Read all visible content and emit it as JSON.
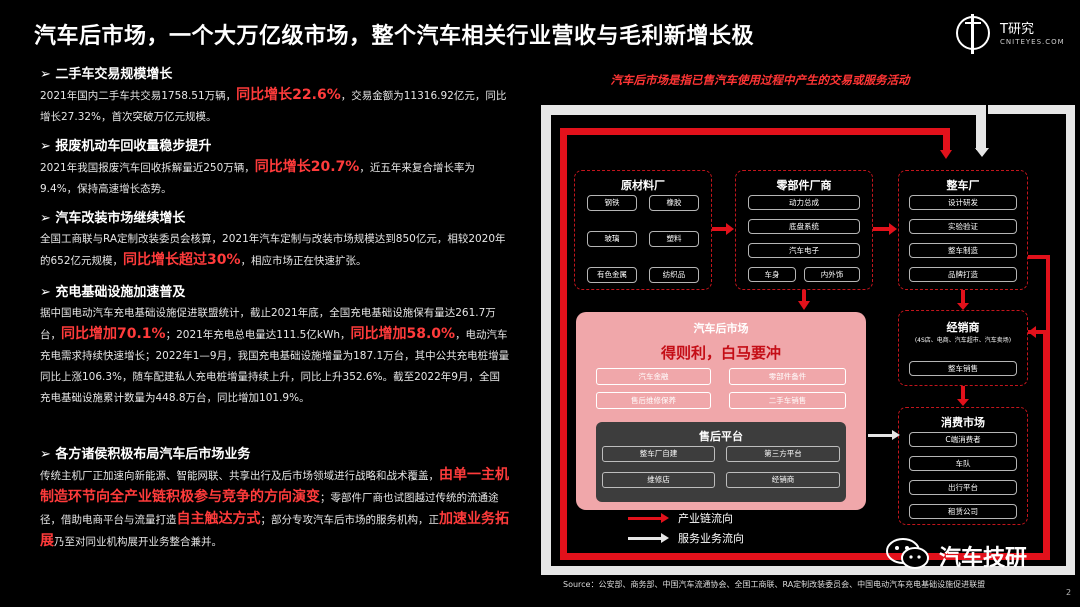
{
  "title": "汽车后市场，一个大万亿级市场，整个汽车相关行业营收与毛利新增长极",
  "logo": {
    "name": "T研究",
    "sub": "CNITEYES.COM"
  },
  "sections": [
    {
      "heading": "➢ 二手车交易规模增长",
      "paras": [
        [
          {
            "t": "2021年国内二手车共交易1758.51万辆，"
          },
          {
            "t": "同比增长22.6%",
            "hl": true
          },
          {
            "t": "，交易金额为11316.92亿元，同比增长27.32%，首次突破万亿元规模。"
          }
        ]
      ]
    },
    {
      "heading": "➢ 报废机动车回收量稳步提升",
      "paras": [
        [
          {
            "t": "2021年我国报废汽车回收拆解量近250万辆，"
          },
          {
            "t": "同比增长20.7%",
            "hl": true
          },
          {
            "t": "，近五年来复合增长率为9.4%，保持高速增长态势。"
          }
        ]
      ]
    },
    {
      "heading": "➢ 汽车改装市场继续增长",
      "paras": [
        [
          {
            "t": "全国工商联与RA定制改装委员会核算，2021年汽车定制与改装市场规模达到850亿元，相较2020年的652亿元规模，"
          },
          {
            "t": "同比增长超过30%",
            "hl": true
          },
          {
            "t": "，相应市场正在快速扩张。"
          }
        ]
      ]
    },
    {
      "heading": "➢ 充电基础设施加速普及",
      "paras": [
        [
          {
            "t": "据中国电动汽车充电基础设施促进联盟统计，截止2021年底，全国充电基础设施保有量达261.7万台，"
          },
          {
            "t": "同比增加70.1%",
            "hl": true
          },
          {
            "t": "；2021年充电总电量达111.5亿kWh，"
          },
          {
            "t": "同比增加58.0%",
            "hl": true
          },
          {
            "t": "，电动汽车充电需求持续快速增长；2022年1—9月，我国充电基础设施增量为187.1万台，其中公共充电桩增量同比上涨106.3%，随车配建私人充电桩增量持续上升，同比上升352.6%。截至2022年9月，全国充电基础设施累计数量为448.8万台，同比增加101.9%。"
          }
        ]
      ]
    },
    {
      "heading": "➢ 各方诸侯积极布局汽车后市场业务",
      "paras": [
        [
          {
            "t": "传统主机厂正加速向新能源、智能网联、共享出行及后市场领域进行战略和战术覆盖，"
          },
          {
            "t": "由单一主机制造环节向全产业链积极参与竞争的方向演变",
            "hl": true
          },
          {
            "t": "；零部件厂商也试图越过传统的流通途径，借助电商平台与流量打造"
          },
          {
            "t": "自主触达方式",
            "hl": true
          },
          {
            "t": "；部分专攻汽车后市场的服务机构，正"
          },
          {
            "t": "加速业务拓展",
            "hl": true
          },
          {
            "t": "乃至对同业机构展开业务整合兼并。"
          }
        ]
      ]
    }
  ],
  "diagram": {
    "subtitle": "汽车后市场是指已售汽车使用过程中产生的交易或服务活动",
    "raw": {
      "title": "原材料厂",
      "items": [
        "钢铁",
        "橡胶",
        "玻璃",
        "塑料",
        "有色金属",
        "纺织品"
      ]
    },
    "parts": {
      "title": "零部件厂商",
      "items": [
        "动力总成",
        "底盘系统",
        "汽车电子",
        "车身",
        "内外饰"
      ]
    },
    "oem": {
      "title": "整车厂",
      "items": [
        "设计研发",
        "实验验证",
        "整车制造",
        "品牌打造"
      ]
    },
    "dealer": {
      "title": "经销商",
      "sub": "(4S店、电商、汽车超市、汽车卖场)",
      "items": [
        "整车销售"
      ]
    },
    "consumer": {
      "title": "消费市场",
      "items": [
        "C端消费者",
        "车队",
        "出行平台",
        "租赁公司"
      ]
    },
    "aftermarket": {
      "title": "汽车后市场",
      "slogan": "得则利，白马要冲",
      "items": [
        "汽车金融",
        "零部件备件",
        "售后维修保养",
        "二手车销售"
      ]
    },
    "platform": {
      "title": "售后平台",
      "items": [
        "整车厂自建",
        "第三方平台",
        "维修店",
        "经销商"
      ]
    },
    "legend": {
      "red": "产业链流向",
      "white": "服务业务流向"
    },
    "colors": {
      "accent": "#e2111b",
      "pink": "#f0a7aa",
      "platform": "#3d3d3d"
    }
  },
  "source": "Source：公安部、商务部、中国汽车流通协会、全国工商联、RA定制改装委员会、中国电动汽车充电基础设施促进联盟",
  "wechat": {
    "name": "汽车技研",
    "icon": "wechat-icon"
  },
  "page_number": "2"
}
